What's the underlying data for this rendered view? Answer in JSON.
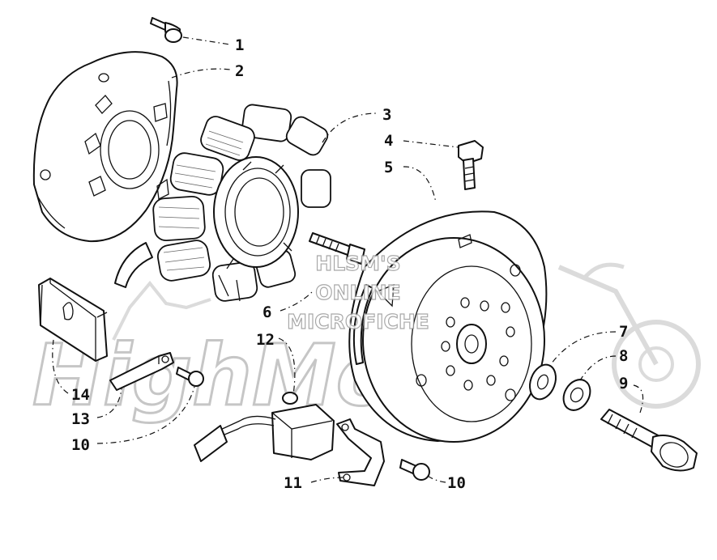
{
  "watermark": {
    "line1": "HLSM'S",
    "line2": "ONLINE",
    "line3": "MICROFICHE",
    "logo": "HighMoto"
  },
  "callouts": [
    "1",
    "2",
    "3",
    "4",
    "5",
    "6",
    "7",
    "8",
    "9",
    "10",
    "10",
    "11",
    "12",
    "13",
    "14"
  ],
  "colors": {
    "ink": "#111111",
    "watermark": "#c6c6c6",
    "background": "#ffffff"
  }
}
